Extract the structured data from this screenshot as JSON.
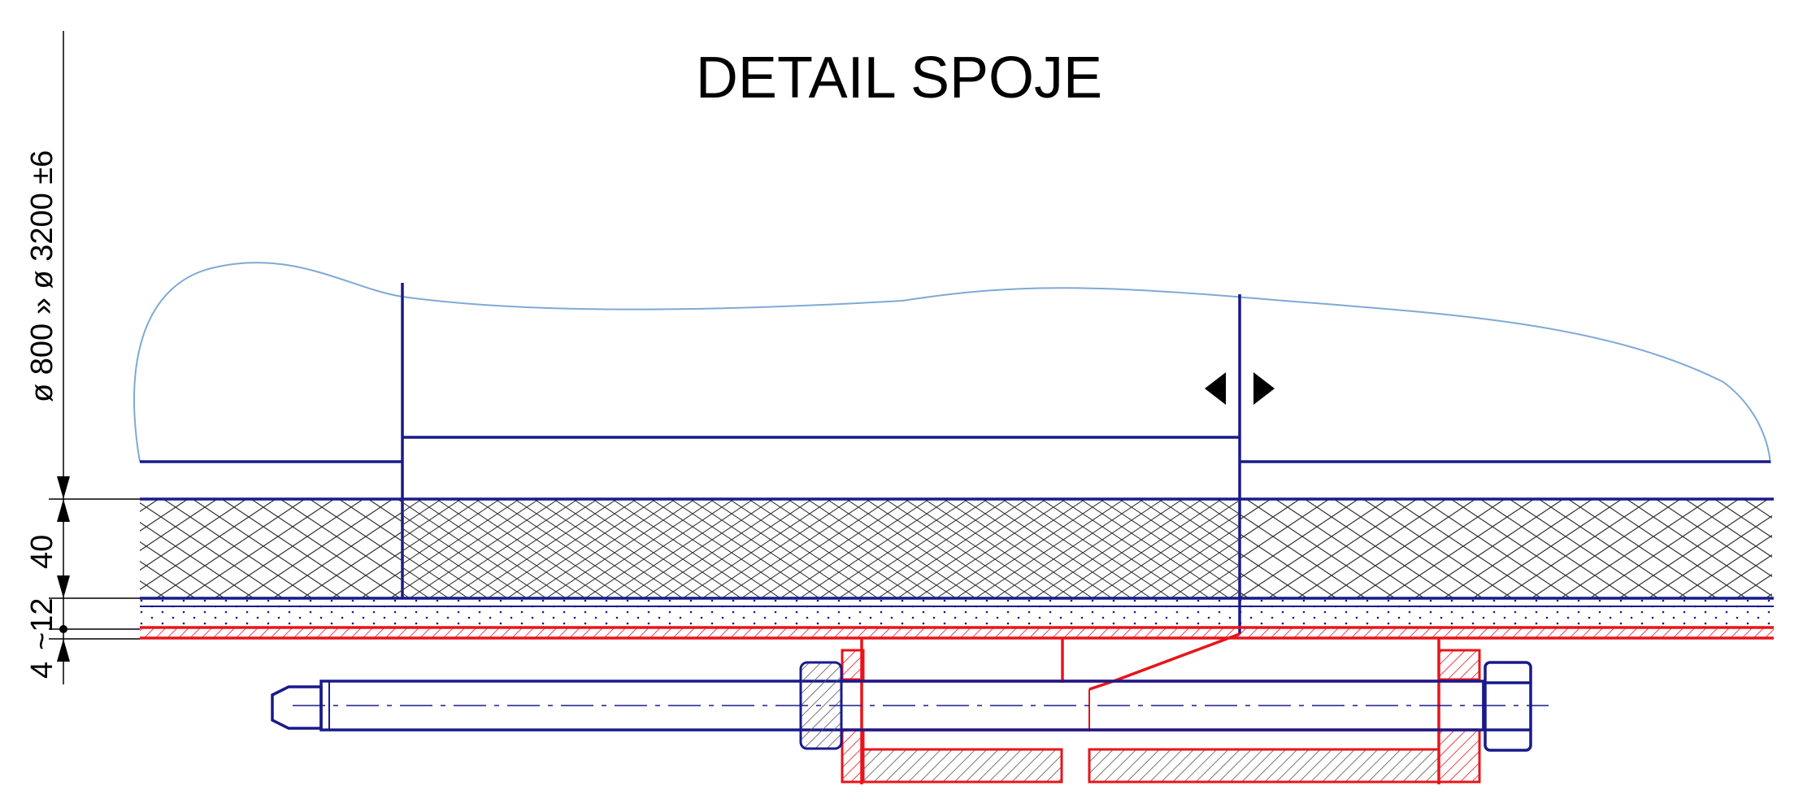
{
  "title": "DETAIL SPOJE",
  "dimensions": {
    "diameter_range": "ø 800 » ø 3200 ±6",
    "thickness_top": "40",
    "thickness_mid": "~12",
    "thickness_bottom": "4"
  },
  "colors": {
    "structure": "#1a1a8c",
    "flange": "#e8141a",
    "outline": "#7fa9d6",
    "dimension": "#000000"
  }
}
